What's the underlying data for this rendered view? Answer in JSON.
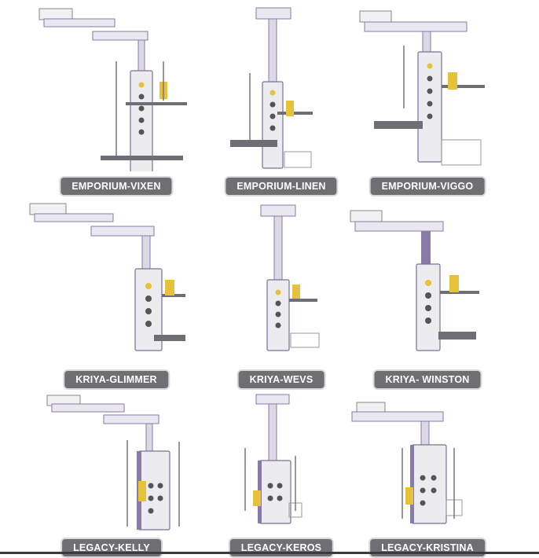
{
  "products": [
    {
      "name": "EMPORIUM-VIXEN",
      "series": "EMPORIUM",
      "mount": "arm"
    },
    {
      "name": "EMPORIUM-LINEN",
      "series": "EMPORIUM",
      "mount": "column"
    },
    {
      "name": "EMPORIUM-VIGGO",
      "series": "EMPORIUM",
      "mount": "ceiling"
    },
    {
      "name": "KRIYA-GLIMMER",
      "series": "KRIYA",
      "mount": "arm"
    },
    {
      "name": "KRIYA-WEVS",
      "series": "KRIYA",
      "mount": "column"
    },
    {
      "name": "KRIYA- WINSTON",
      "series": "KRIYA",
      "mount": "ceiling"
    },
    {
      "name": "LEGACY-KELLY",
      "series": "LEGACY",
      "mount": "arm"
    },
    {
      "name": "LEGACY-KEROS",
      "series": "LEGACY",
      "mount": "column"
    },
    {
      "name": "LEGACY-KRISTINA",
      "series": "LEGACY",
      "mount": "ceiling"
    }
  ],
  "colors": {
    "label_bg": "#6f6f73",
    "label_text": "#ffffff",
    "accent_purple": "#8a7aa8",
    "panel": "#ececf0",
    "outlet_yellow": "#e6c23a"
  }
}
